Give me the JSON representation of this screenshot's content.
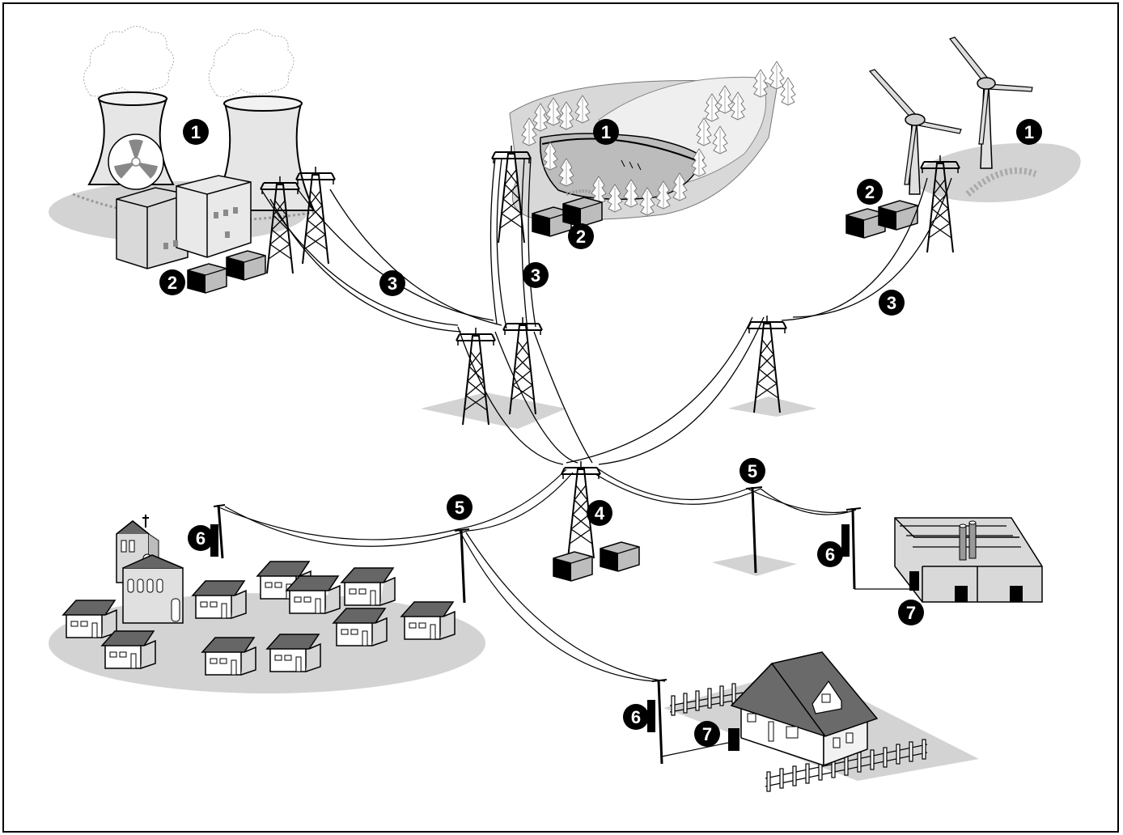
{
  "diagram": {
    "badges": [
      {
        "key": "nuclear-generation",
        "label": "1"
      },
      {
        "key": "hydro-generation",
        "label": "1"
      },
      {
        "key": "wind-generation",
        "label": "1"
      },
      {
        "key": "nuclear-step-up",
        "label": "2"
      },
      {
        "key": "hydro-step-up",
        "label": "2"
      },
      {
        "key": "wind-step-up",
        "label": "2"
      },
      {
        "key": "transmission-nuclear",
        "label": "3"
      },
      {
        "key": "transmission-hydro",
        "label": "3"
      },
      {
        "key": "transmission-wind",
        "label": "3"
      },
      {
        "key": "substation",
        "label": "4"
      },
      {
        "key": "distribution-west",
        "label": "5"
      },
      {
        "key": "distribution-east",
        "label": "5"
      },
      {
        "key": "pole-transformer-village",
        "label": "6"
      },
      {
        "key": "pole-transformer-factory",
        "label": "6"
      },
      {
        "key": "pole-transformer-house",
        "label": "6"
      },
      {
        "key": "meter-factory",
        "label": "7"
      },
      {
        "key": "meter-house",
        "label": "7"
      }
    ],
    "colors": {
      "ink": "#000000",
      "shadow": "#d0d0d0",
      "light_gray": "#e6e6e6",
      "mid_gray": "#bdbdbd",
      "dark_gray": "#6e6e6e",
      "roof": "#666666"
    }
  }
}
